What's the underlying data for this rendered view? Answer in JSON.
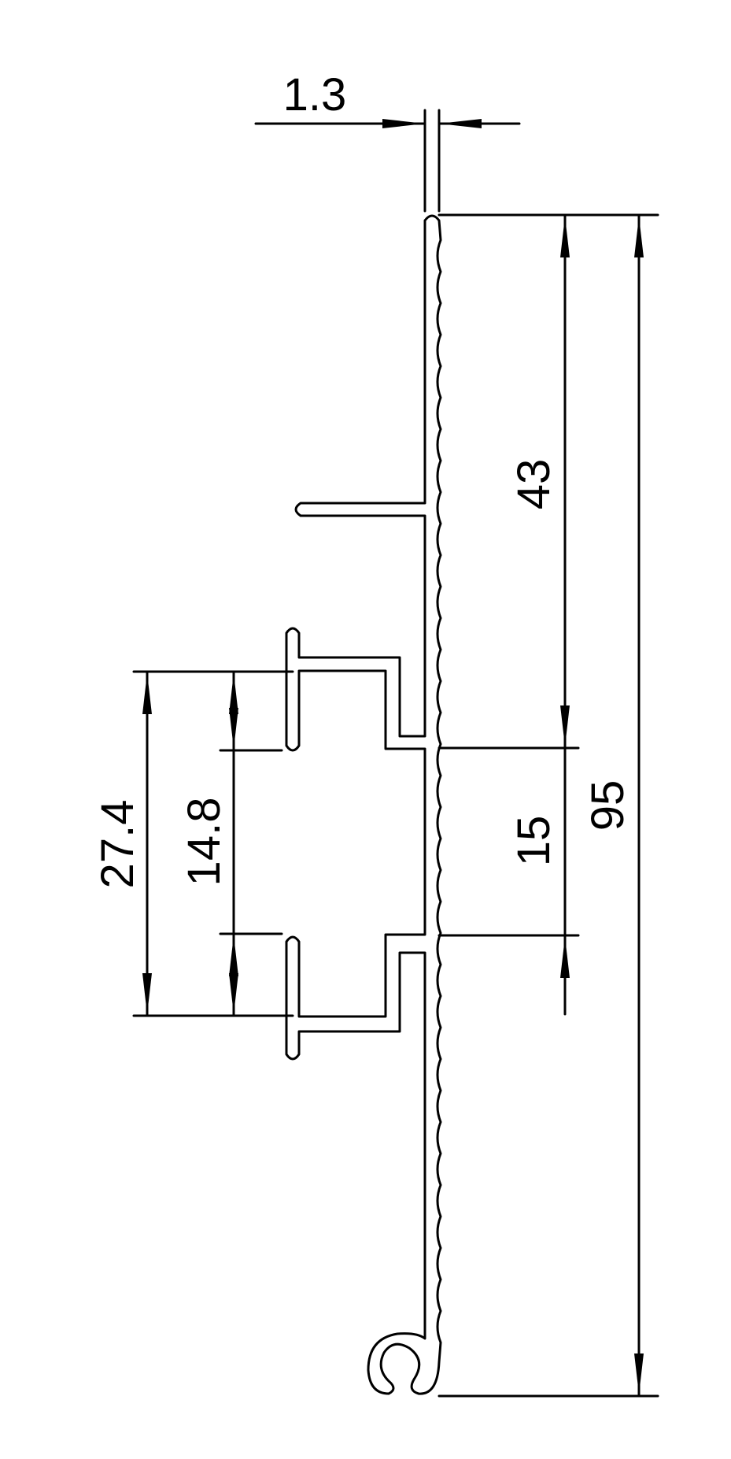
{
  "drawing": {
    "dimensions": {
      "thickness": "1.3",
      "top_section": "43",
      "middle_section": "15",
      "overall_height": "95",
      "outer_slot_width": "27.4",
      "inner_slot_width": "14.8"
    },
    "colors": {
      "line": "#000000",
      "background": "#ffffff"
    }
  }
}
